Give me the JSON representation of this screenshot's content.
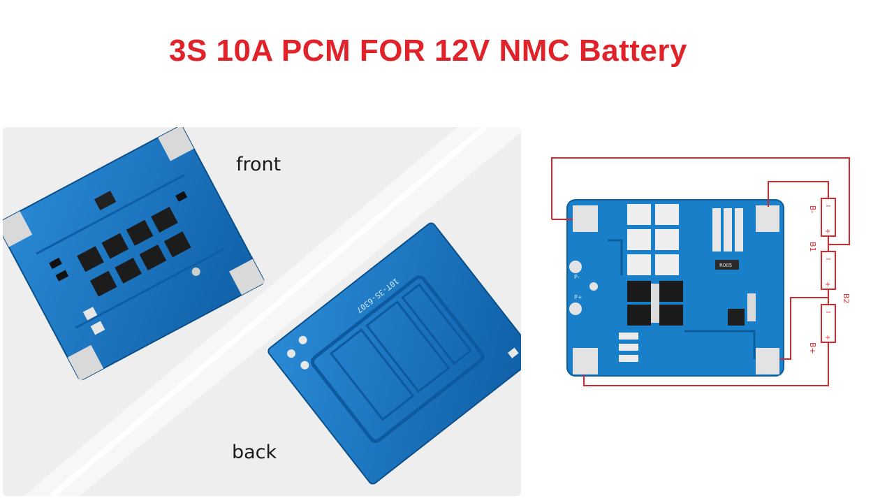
{
  "title": "3S 10A PCM FOR 12V NMC Battery",
  "photos": {
    "front_label": "front",
    "back_label": "back",
    "back_silkscreen": "10T-3S-6307"
  },
  "diagram": {
    "labels": {
      "b_minus": "B-",
      "b_plus": "B+",
      "b1": "B1",
      "b2": "B2",
      "p_minus": "P-",
      "p_plus": "P+",
      "r005": "R005"
    }
  },
  "colors": {
    "title": "#e0232a",
    "pcb": "#1677c4",
    "wire": "#d8262b"
  }
}
